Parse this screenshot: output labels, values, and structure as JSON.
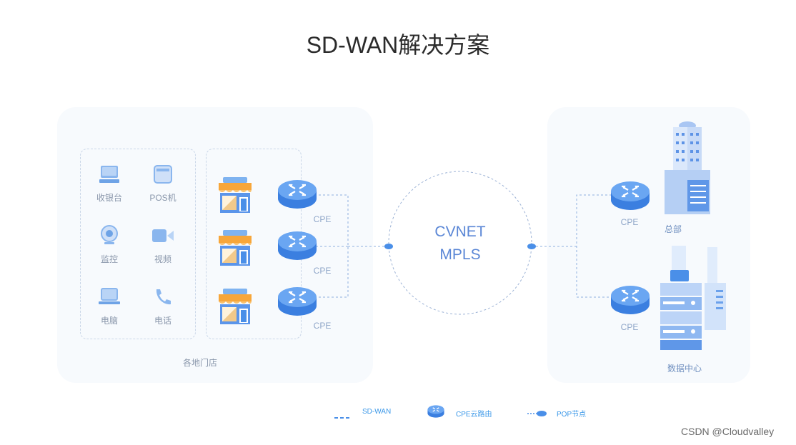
{
  "title": "SD-WAN解决方案",
  "left_panel": {
    "devices": [
      {
        "label": "收银台",
        "icon": "cash-register-icon"
      },
      {
        "label": "POS机",
        "icon": "pos-terminal-icon"
      },
      {
        "label": "监控",
        "icon": "camera-icon"
      },
      {
        "label": "视频",
        "icon": "video-icon"
      },
      {
        "label": "电脑",
        "icon": "laptop-icon"
      },
      {
        "label": "电话",
        "icon": "phone-icon"
      }
    ],
    "stores": [
      {
        "icon": "store-icon",
        "cpe_label": "CPE"
      },
      {
        "icon": "store-icon",
        "cpe_label": "CPE"
      },
      {
        "icon": "store-icon",
        "cpe_label": "CPE"
      }
    ],
    "footer_label": "各地门店"
  },
  "center": {
    "line1": "CVNET",
    "line2": "MPLS"
  },
  "right_panel": {
    "hq": {
      "cpe_label": "CPE",
      "label": "总部"
    },
    "datacenter": {
      "cpe_label": "CPE",
      "label": "数据中心"
    }
  },
  "legend": [
    {
      "icon": "sd-wan-dashed-line-icon",
      "label": "SD-WAN"
    },
    {
      "icon": "router-icon",
      "label": "CPE云路由"
    },
    {
      "icon": "pop-node-icon",
      "label": "POP节点"
    }
  ],
  "watermark": "CSDN @Cloudvalley",
  "colors": {
    "accent": "#4a8fe8",
    "panel_bg": "#f7fafd",
    "store_orange": "#f7a63a"
  }
}
